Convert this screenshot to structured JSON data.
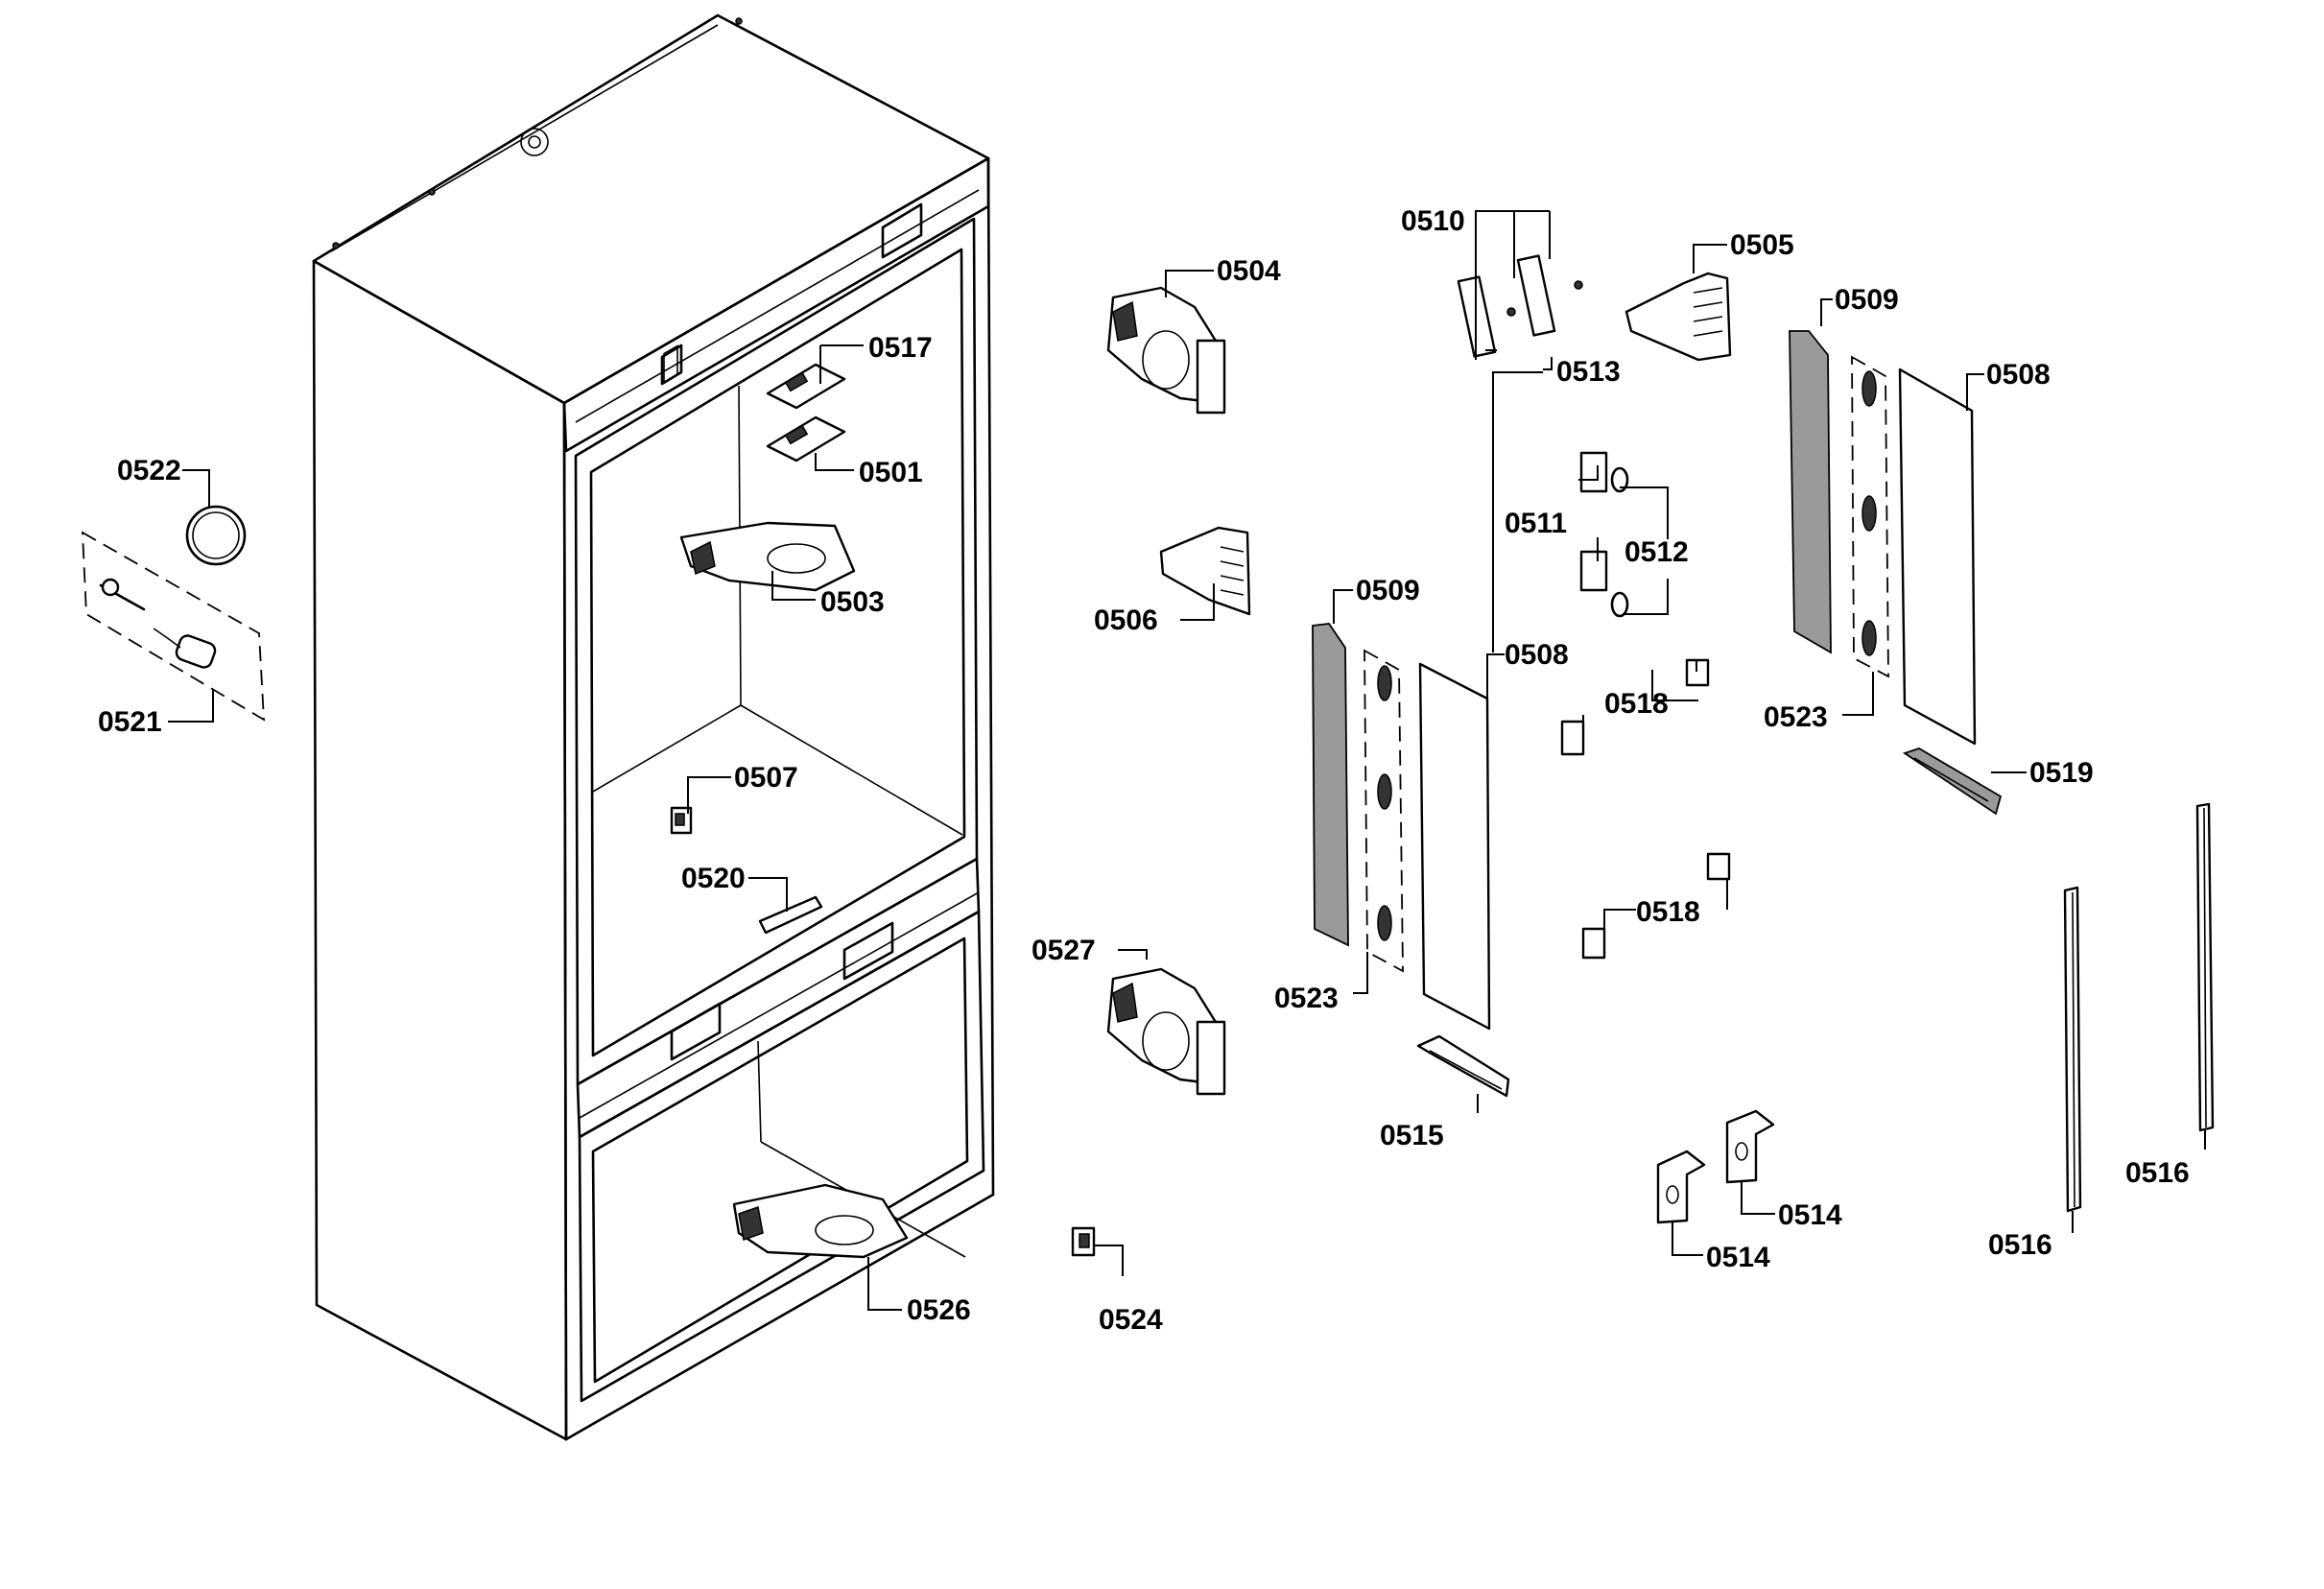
{
  "callouts": {
    "c0501": "0501",
    "c0503": "0503",
    "c0504": "0504",
    "c0505": "0505",
    "c0506": "0506",
    "c0507": "0507",
    "c0508a": "0508",
    "c0508b": "0508",
    "c0509a": "0509",
    "c0509b": "0509",
    "c0510": "0510",
    "c0511": "0511",
    "c0512": "0512",
    "c0513": "0513",
    "c0514a": "0514",
    "c0514b": "0514",
    "c0515": "0515",
    "c0516a": "0516",
    "c0516b": "0516",
    "c0517": "0517",
    "c0518a": "0518",
    "c0518b": "0518",
    "c0519": "0519",
    "c0520": "0520",
    "c0521": "0521",
    "c0522": "0522",
    "c0523a": "0523",
    "c0523b": "0523",
    "c0524": "0524",
    "c0526": "0526",
    "c0527": "0527"
  }
}
